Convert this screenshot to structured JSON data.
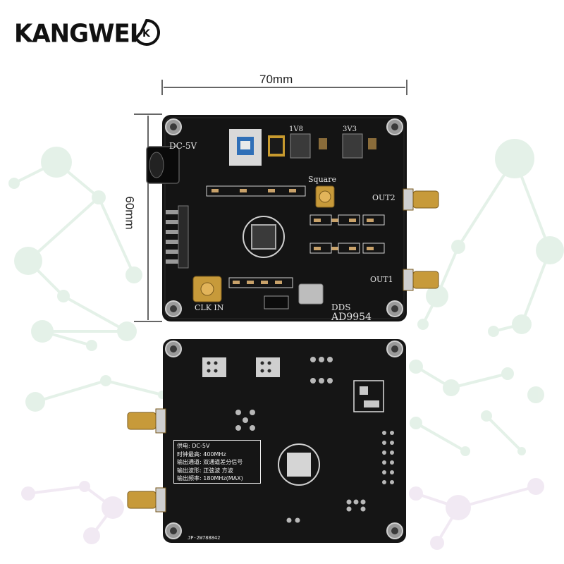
{
  "brand": {
    "name": "KANGWEI",
    "badge_letters": "K"
  },
  "dimensions": {
    "width_label": "70mm",
    "height_label": "60mm"
  },
  "board_front": {
    "power_label": "DC-5V",
    "rail_1": "1V8",
    "rail_2": "3V3",
    "wave_label": "Square",
    "output_2": "OUT2",
    "output_1": "OUT1",
    "clock_in": "CLK IN",
    "dds_label": "DDS",
    "chip_label": "AD9954"
  },
  "board_back": {
    "spec_rows": [
      {
        "key": "供电:",
        "value": "DC-5V"
      },
      {
        "key": "时钟最高:",
        "value": "400MHz"
      },
      {
        "key": "输出通道:",
        "value": "双通道差分信号"
      },
      {
        "key": "输出波形:",
        "value": "正弦波 方波"
      },
      {
        "key": "输出频率:",
        "value": "180MHz(MAX)"
      }
    ],
    "part_number": "JP-2W788842"
  }
}
